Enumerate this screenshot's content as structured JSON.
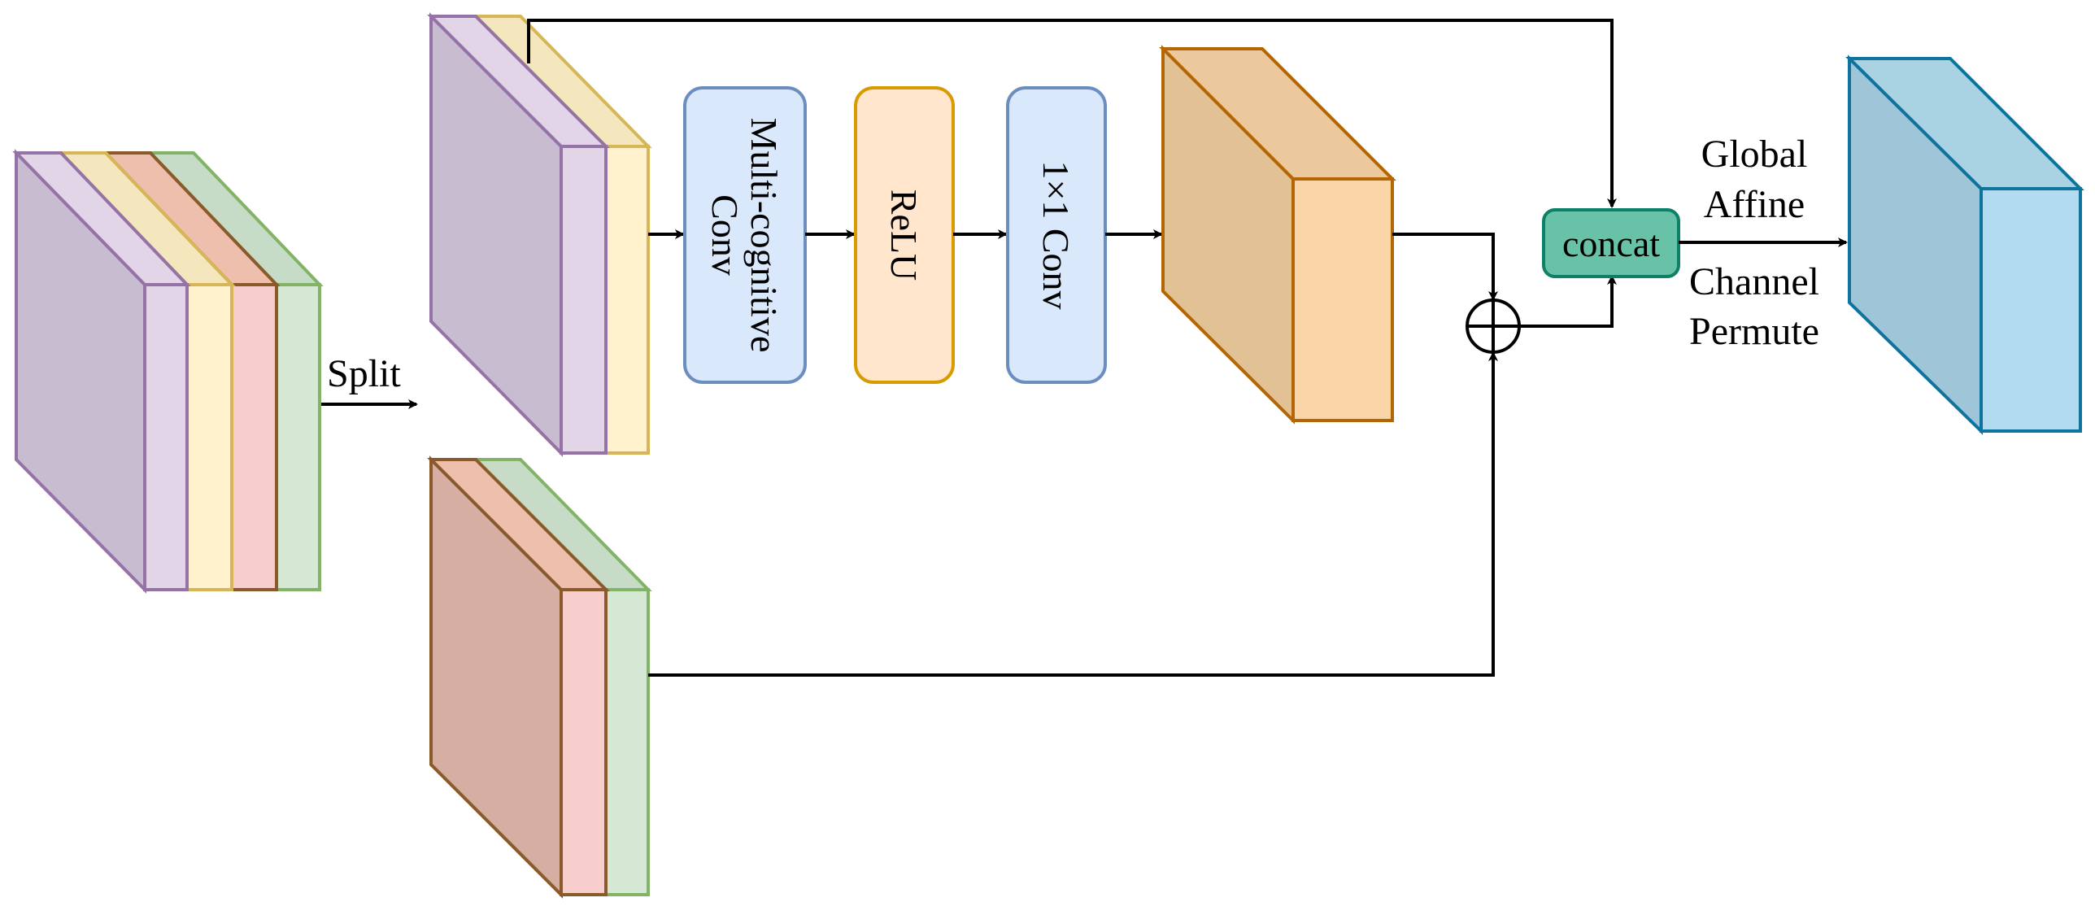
{
  "labels": {
    "split": "Split",
    "multi_cognitive_line1": "Multi-cognitive",
    "multi_cognitive_line2": "Conv",
    "relu": "ReLU",
    "conv1x1": "1×1 Conv",
    "concat": "concat",
    "global": "Global",
    "affine": "Affine",
    "channel": "Channel",
    "permute": "Permute",
    "oplus": "⊕"
  },
  "colors": {
    "purple_face": "#c8bcd0",
    "purple_light": "#e1d5e7",
    "purple_edge": "#9673a6",
    "yellow_light": "#fff2cc",
    "yellow_top": "#f4e7bd",
    "yellow_edge": "#d6b656",
    "red_light": "#f8cecc",
    "red_top": "#efbfae",
    "red_face": "#d6afa2",
    "brown_edge": "#8a5a2b",
    "green_light": "#d5e8d4",
    "green_top": "#c7dcc6",
    "green_edge": "#82b366",
    "blue_box": "#dae8fc",
    "blue_box_edge": "#6c8ebf",
    "orange_box": "#ffe6cc",
    "orange_box_edge": "#d79b00",
    "orange_face": "#e2c195",
    "orange_top": "#ebc99c",
    "orange_front": "#f9d5a8",
    "orange_edge": "#b46504",
    "teal_fill": "#67c2a7",
    "teal_edge": "#0e8067",
    "cyan_face": "#9ec5d8",
    "cyan_top": "#a9d2e3",
    "cyan_front": "#b1dcef",
    "cyan_edge": "#10739e",
    "line": "#000000"
  }
}
